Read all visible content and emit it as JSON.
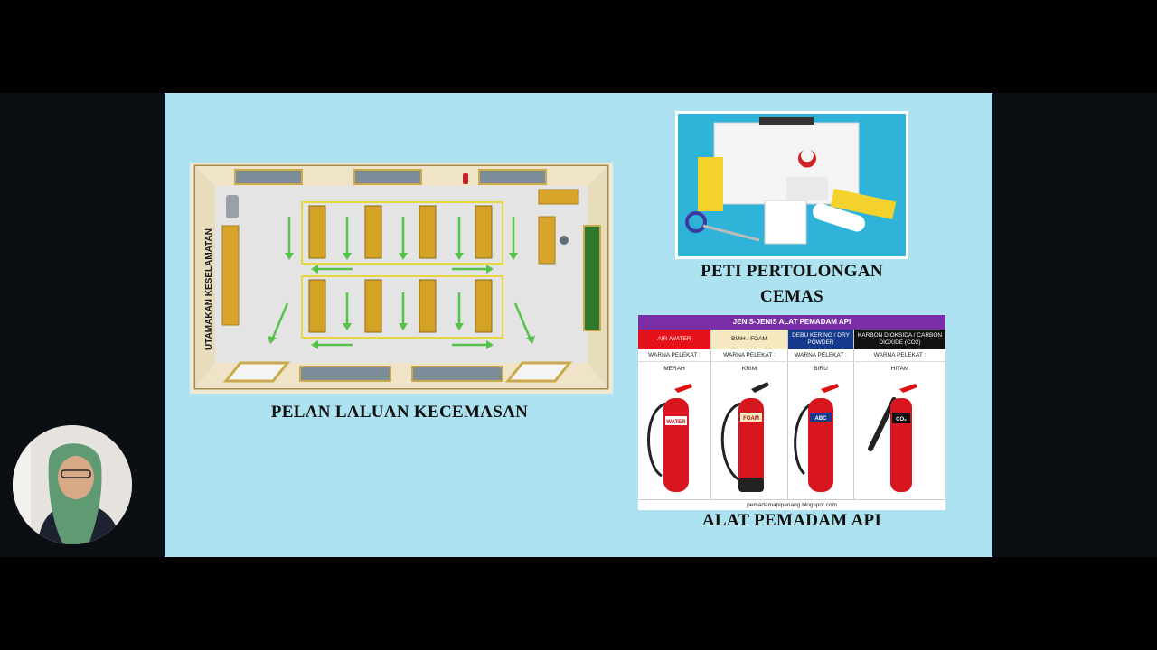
{
  "slide": {
    "plan_caption": "PELAN LALUAN KECEMASAN",
    "plan_wall_label": "UTAMAKAN KESELAMATAN",
    "kit_caption": "PETI PERTOLONGAN CEMAS",
    "extinguisher_caption": "ALAT PEMADAM API",
    "extinguisher_table": {
      "title": "JENIS-JENIS ALAT PEMADAM API",
      "columns": [
        {
          "type": "AIR /WATER",
          "label": "WARNA PELEKAT :",
          "color_name": "MERAH",
          "header_bg": "#e4101a",
          "header_fg": "#ffffff",
          "badge": "WATER"
        },
        {
          "type": "BUIH / FOAM",
          "label": "WARNA PELEKAT :",
          "color_name": "KRIM",
          "header_bg": "#f5e9c0",
          "header_fg": "#111111",
          "badge": "FOAM"
        },
        {
          "type": "DEBU KERING / DRY POWDER",
          "label": "WARNA PELEKAT :",
          "color_name": "BIRU",
          "header_bg": "#173a8c",
          "header_fg": "#ffffff",
          "badge": "ABC"
        },
        {
          "type": "KARBON DIOKSIDA / CARBON DIOXIDE (CO2)",
          "label": "WARNA PELEKAT :",
          "color_name": "HITAM",
          "header_bg": "#111111",
          "header_fg": "#ffffff",
          "badge": "CO₂"
        }
      ],
      "footer": "pemadamapipenang.blogspot.com"
    }
  },
  "colors": {
    "slide_bg": "#ade3f0",
    "arrow": "#55c24a",
    "desk": "#d4a326"
  }
}
